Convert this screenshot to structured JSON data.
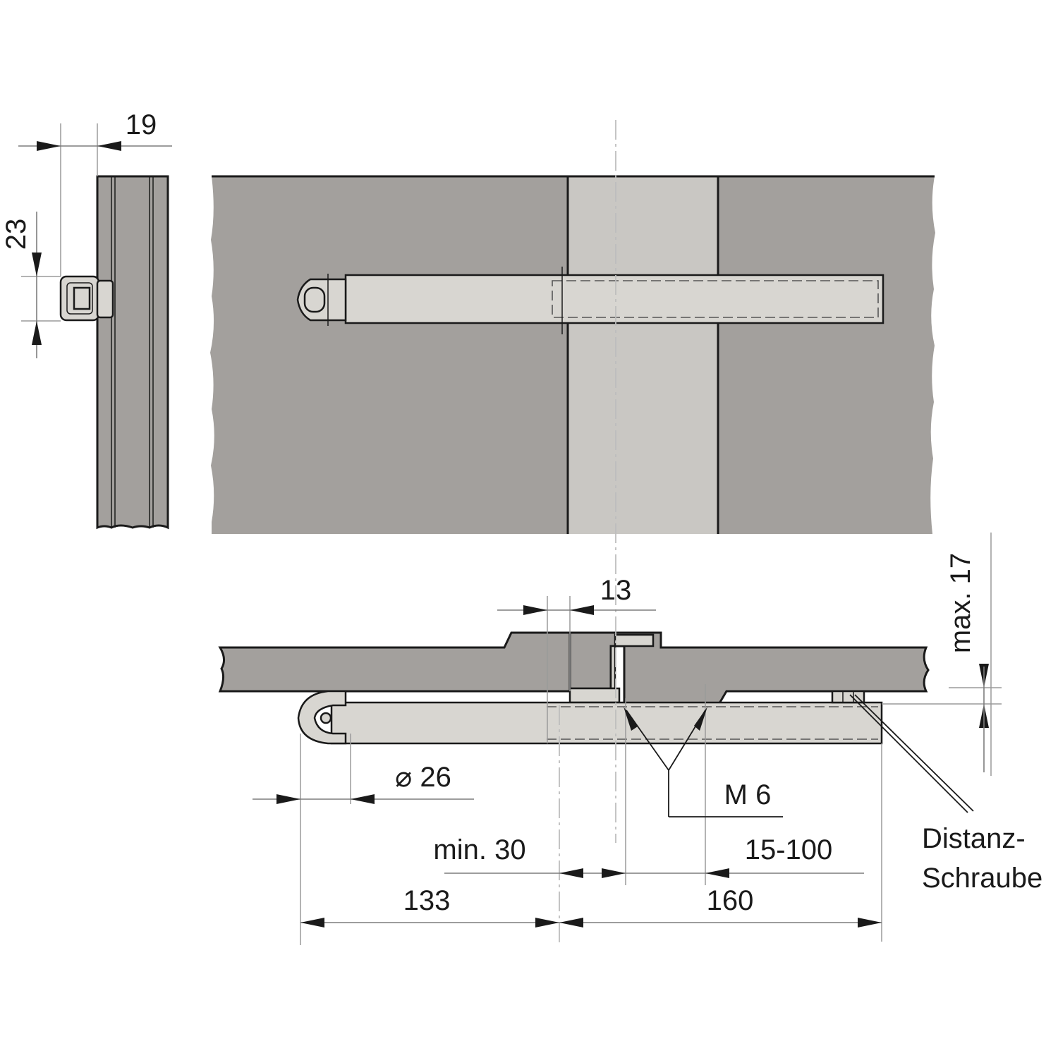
{
  "drawing": {
    "dimensions": {
      "side_width": "19",
      "side_height": "23",
      "offset_13": "13",
      "max_17": "max. 17",
      "diameter": "⌀ 26",
      "thread": "M 6",
      "min_30": "min.  30",
      "range": "15-100",
      "len_133": "133",
      "len_160": "160"
    },
    "labels": {
      "distance_screw_line1": "Distanz-",
      "distance_screw_line2": "Schraube"
    },
    "colors": {
      "panel": "#a3a09d",
      "panel_light": "#c9c7c3",
      "fitting": "#d8d6d1",
      "line": "#1a1a1a"
    }
  }
}
